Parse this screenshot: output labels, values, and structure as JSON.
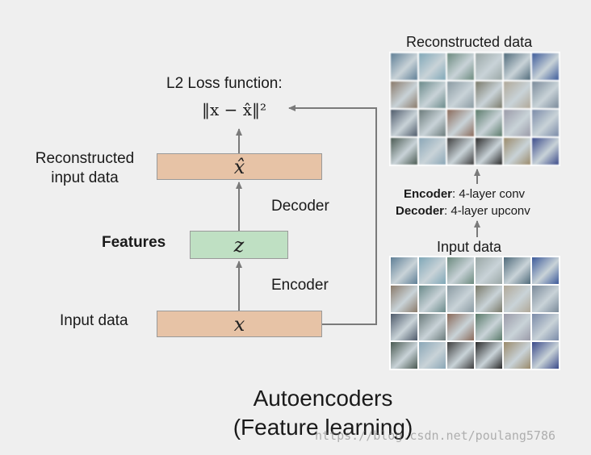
{
  "diagram": {
    "loss_title": "L2 Loss function:",
    "loss_formula": "‖x − x̂‖²",
    "reconstructed_label_line1": "Reconstructed",
    "reconstructed_label_line2": "input data",
    "features_label": "Features",
    "input_label": "Input data",
    "decoder_label": "Decoder",
    "encoder_label": "Encoder",
    "box_top_symbol": "x̂",
    "box_mid_symbol": "z",
    "box_bottom_symbol": "x"
  },
  "right_panel": {
    "reconstructed_title": "Reconstructed data",
    "encoder_bold": "Encoder",
    "encoder_desc": ": 4-layer conv",
    "decoder_bold": "Decoder",
    "decoder_desc": ": 4-layer upconv",
    "input_title": "Input data"
  },
  "footer": {
    "title_line1": "Autoencoders",
    "title_line2": "(Feature learning)",
    "watermark": "https://blog.csdn.net/poulang5786"
  },
  "colors": {
    "orange_box": "#e7c3a6",
    "green_box": "#bfe0c3",
    "arrow": "#7a7a7a"
  },
  "thumb_colors": [
    "#5f7f96",
    "#7fa7b7",
    "#6b8a7e",
    "#9aa7a6",
    "#4f6a7a",
    "#3c5a9a",
    "#8a7a6a",
    "#6a8a8a",
    "#8a9aa2",
    "#7a7a6a",
    "#b0a898",
    "#7a8a9a",
    "#4e5a6a",
    "#6a7a7a",
    "#8a6a5a",
    "#5a7a6a",
    "#9a9aa8",
    "#7a8aa8",
    "#4a5a52",
    "#8aa6b6",
    "#3e3e3e",
    "#2a2a2a",
    "#9a8a6a",
    "#3a4a8a"
  ]
}
